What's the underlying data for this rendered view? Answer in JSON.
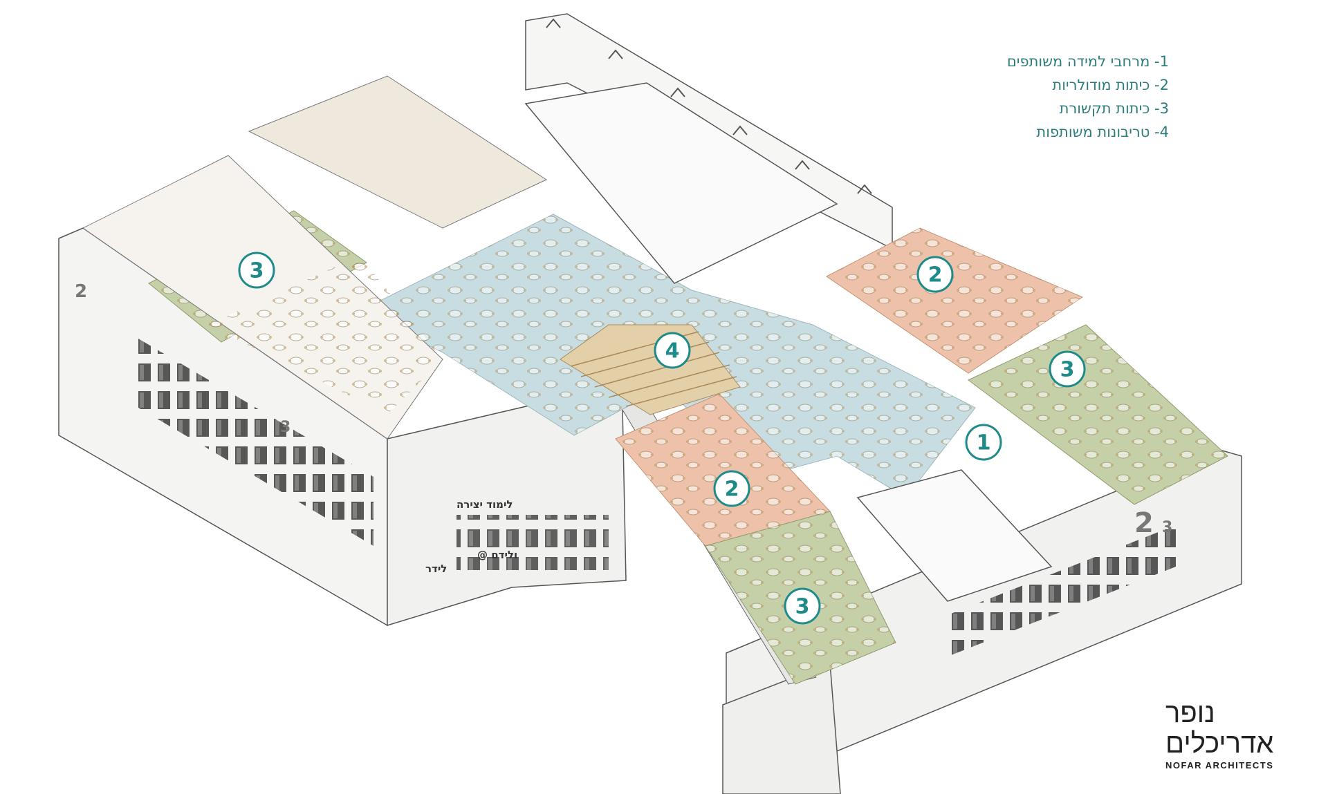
{
  "legend": {
    "items": [
      "1- מרחבי למידה משותפים",
      "2- כיתות מודולריות",
      "3- כיתות תקשורת",
      "4- טריבונות משותפות"
    ]
  },
  "markers": [
    {
      "label": "1",
      "zone": "shared-learning-space"
    },
    {
      "label": "2",
      "zone": "modular-classroom"
    },
    {
      "label": "2",
      "zone": "modular-classroom"
    },
    {
      "label": "3",
      "zone": "communication-classroom"
    },
    {
      "label": "3",
      "zone": "communication-classroom"
    },
    {
      "label": "3",
      "zone": "communication-classroom"
    },
    {
      "label": "4",
      "zone": "shared-tribune"
    }
  ],
  "building_signs": {
    "sign_1": "לימוד יצירה",
    "sign_2": "@ ולידם",
    "sign_3": "לידר"
  },
  "facade_numbers": [
    "2",
    "3",
    "2",
    "3"
  ],
  "brand": {
    "line1": "נופר",
    "line2": "אדריכלים",
    "english": "NOFAR ARCHITECTS"
  },
  "colors": {
    "accent": "#1e8a8a",
    "learning_space": "#c7dde2",
    "modular_class": "#eec2aa",
    "communication_class": "#c6d0a8",
    "tribune": "#e3cfa8",
    "wall": "#f4f4f2"
  }
}
